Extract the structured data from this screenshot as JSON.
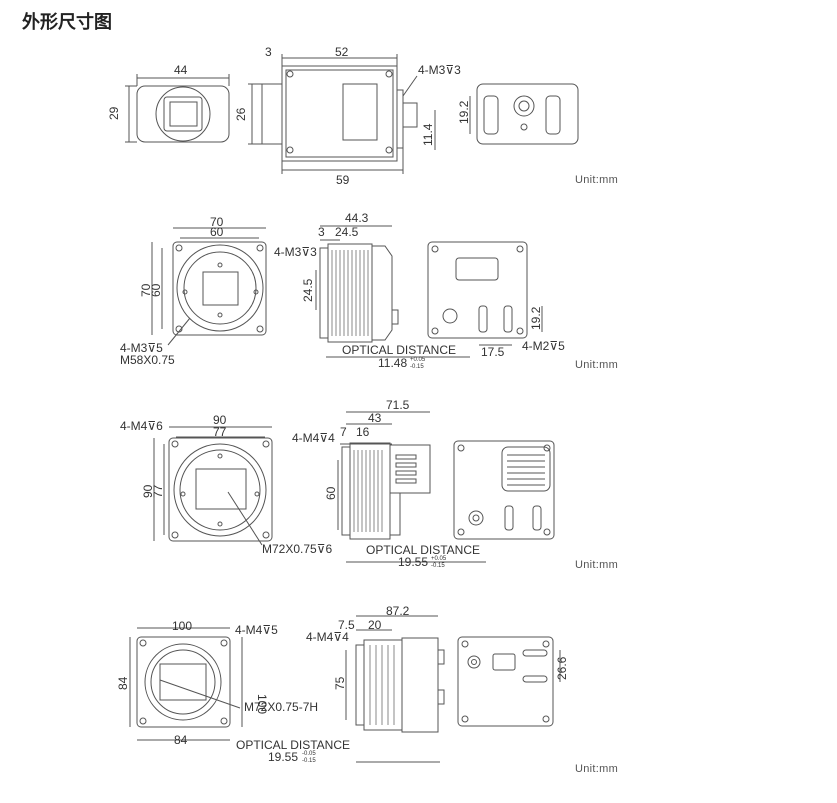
{
  "title": "外形尺寸图",
  "unit_label": "Unit:mm",
  "rows": [
    {
      "dims": [
        "44",
        "29",
        "3",
        "52",
        "26",
        "4-M3⊽3",
        "59",
        "19.2",
        "11.4"
      ]
    },
    {
      "dims": [
        "70",
        "60",
        "70",
        "60",
        "4-M3⊽5",
        "M58X0.75",
        "44.3",
        "3",
        "24.5",
        "4-M3⊽3",
        "24.5",
        "OPTICAL DISTANCE",
        "11.48",
        "+0.05",
        "-0.15",
        "19.2",
        "17.5",
        "4-M2⊽5"
      ]
    },
    {
      "dims": [
        "4-M4⊽6",
        "90",
        "77",
        "90",
        "77",
        "M72X0.75⊽6",
        "71.5",
        "43",
        "4-M4⊽4",
        "7",
        "16",
        "60",
        "OPTICAL DISTANCE",
        "19.55",
        "+0.05",
        "-0.15"
      ]
    },
    {
      "dims": [
        "100",
        "4-M4⊽5",
        "84",
        "100",
        "M72X0.75-7H",
        "84",
        "87.2",
        "7.5",
        "20",
        "4-M4⊽4",
        "75",
        "OPTICAL DISTANCE",
        "19.55",
        "-0.05",
        "-0.15",
        "26.6"
      ]
    }
  ]
}
